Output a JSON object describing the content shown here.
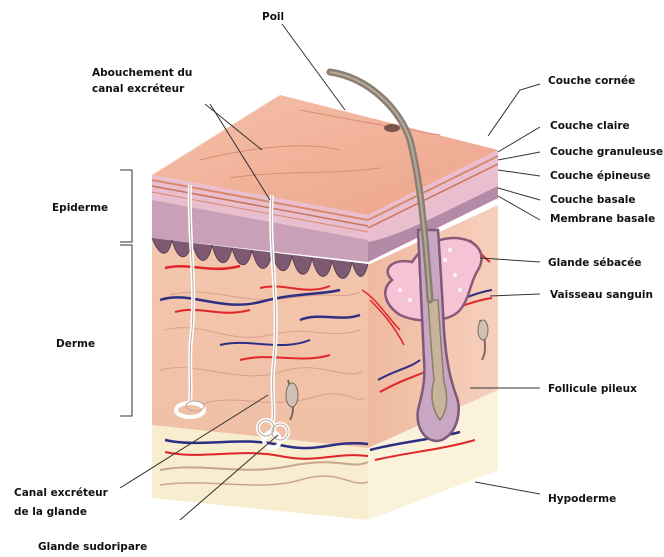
{
  "labels": {
    "poil": "Poil",
    "abouchement_1": "Abouchement du",
    "abouchement_2": "canal excréteur",
    "epiderme": "Epiderme",
    "derme": "Derme",
    "canal_glande_1": "Canal excréteur",
    "canal_glande_2": "de la glande",
    "glande_sudoripare": "Glande sudoripare",
    "couche_cornee": "Couche cornée",
    "couche_claire": "Couche claire",
    "couche_granuleuse": "Couche granuleuse",
    "couche_epineuse": "Couche épineuse",
    "couche_basale": "Couche basale",
    "membrane_basale": "Membrane basale",
    "glande_sebacee": "Glande sébacée",
    "vaisseau_sanguin": "Vaisseau sanguin",
    "follicule_pileux": "Follicule pileux",
    "hypoderme": "Hypoderme"
  },
  "colors": {
    "top_face": "#f2b29a",
    "epidermis_band": "#e7b8c7",
    "dermis": "#f2c3a8",
    "hypodermis": "#f8edcf",
    "artery": "#e0262a",
    "vein": "#2d2f82",
    "hair": "#8a7f72",
    "sebaceous_gland": "#f6c2d6"
  }
}
